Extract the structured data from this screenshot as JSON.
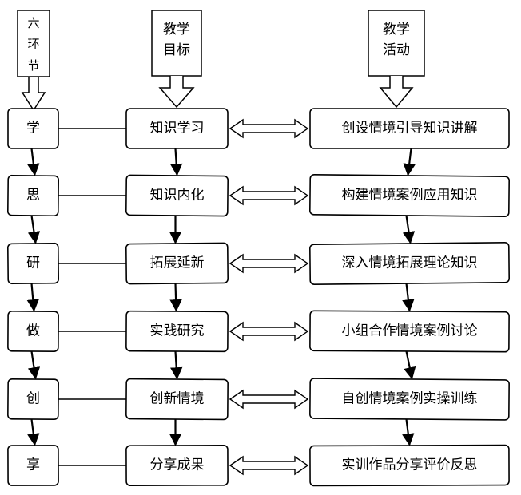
{
  "headers": {
    "stages": [
      "六",
      "环",
      "节"
    ],
    "goals": [
      "教学",
      "目标"
    ],
    "activities": [
      "教学",
      "活动"
    ]
  },
  "stages": [
    "学",
    "思",
    "研",
    "做",
    "创",
    "享"
  ],
  "goals": [
    "知识学习",
    "知识内化",
    "拓展延新",
    "实践研究",
    "创新情境",
    "分享成果"
  ],
  "activities": [
    "创设情境引导知识讲解",
    "构建情境案例应用知识",
    "深入情境拓展理论知识",
    "小组合作情境案例讨论",
    "自创情境案例实操训练",
    "实训作品分享评价反思"
  ]
}
